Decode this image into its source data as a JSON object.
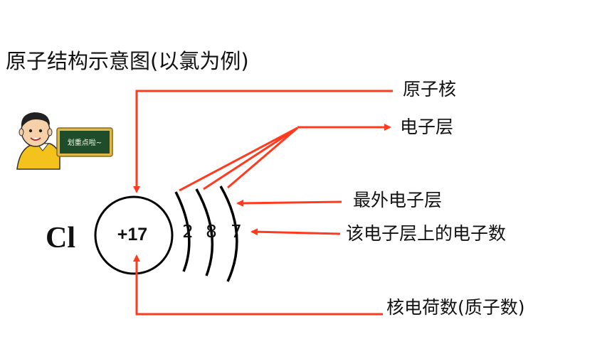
{
  "title": "原子结构示意图(以氯为例)",
  "element_symbol": "Cl",
  "nucleus_charge": "+17",
  "shell_electrons": [
    "2",
    "8",
    "7"
  ],
  "labels": {
    "nucleus": "原子核",
    "electron_shell": "电子层",
    "outermost_shell": "最外电子层",
    "electrons_in_shell": "该电子层上的电子数",
    "nuclear_charge": "核电荷数(质子数)"
  },
  "teacher_board_text": "划重点啦~",
  "colors": {
    "arrow": "#ff3b1f",
    "shell": "#000000",
    "board": "#1f4d2b",
    "board_frame": "#e0b84a"
  }
}
